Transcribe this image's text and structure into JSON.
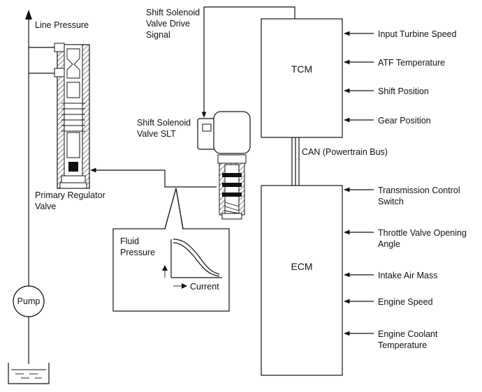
{
  "labels": {
    "line_pressure": "Line Pressure",
    "shift_solenoid_drive_1": "Shift Solenoid",
    "shift_solenoid_drive_2": "Valve Drive",
    "shift_solenoid_drive_3": "Signal",
    "shift_solenoid_slt_1": "Shift Solenoid",
    "shift_solenoid_slt_2": "Valve SLT",
    "primary_regulator_1": "Primary Regulator",
    "primary_regulator_2": "Valve",
    "pump": "Pump",
    "can_bus": "CAN (Powertrain Bus)",
    "fluid_pressure_1": "Fluid",
    "fluid_pressure_2": "Pressure",
    "current": "Current"
  },
  "tcm": {
    "title": "TCM",
    "inputs": [
      "Input Turbine Speed",
      "ATF Temperature",
      "Shift Position",
      "Gear Position"
    ]
  },
  "ecm": {
    "title": "ECM",
    "inputs": [
      [
        "Transmission Control",
        "Switch"
      ],
      [
        "Throttle Valve Opening",
        "Angle"
      ],
      [
        "Intake Air Mass"
      ],
      [
        "Engine Speed"
      ],
      [
        "Engine Coolant",
        "Temperature"
      ]
    ]
  }
}
